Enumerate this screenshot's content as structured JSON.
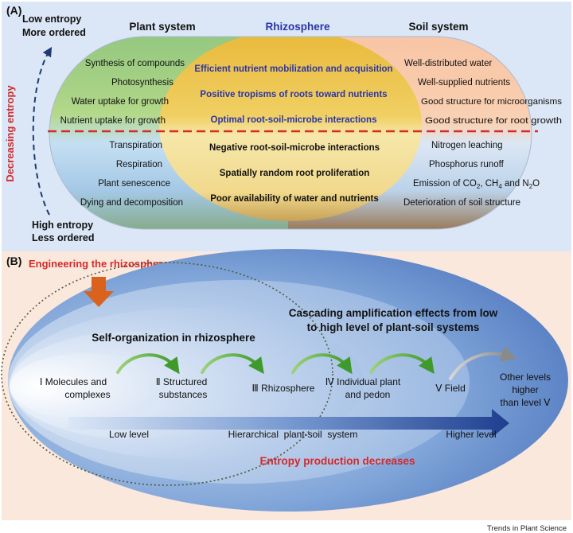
{
  "panel_a": {
    "label": "(A)",
    "top_left": [
      "Low entropy",
      "More ordered"
    ],
    "bottom_left": [
      "High entropy",
      "Less ordered"
    ],
    "vertical_label": "Decreasing entropy",
    "headers": {
      "plant": "Plant system",
      "rhizosphere": "Rhizosphere",
      "soil": "Soil system"
    },
    "plant_upper": [
      "Synthesis of compounds",
      "Photosynthesis",
      "Water uptake for growth",
      "Nutrient uptake for growth"
    ],
    "plant_lower": [
      "Transpiration",
      "Respiration",
      "Plant senescence",
      "Dying and decomposition"
    ],
    "rhizo_upper": [
      "Efficient nutrient mobilization and acquisition",
      "Positive tropisms of roots toward nutrients",
      "Optimal root-soil-microbe interactions"
    ],
    "rhizo_lower": [
      "Negative root-soil-microbe interactions",
      "Spatially random root proliferation",
      "Poor availability of water and nutrients"
    ],
    "soil_upper": [
      "Well-distributed water",
      "Well-supplied nutrients",
      "Good structure for microorganisms",
      "Good structure for root growth"
    ],
    "soil_lower": {
      "leaching": "Nitrogen leaching",
      "runoff": "Phosphorus runoff",
      "emission": {
        "prefix": "Emission of CO",
        "sub1": "2",
        "mid1": ", CH",
        "sub2": "4",
        "mid2": " and N",
        "sub3": "2",
        "suffix": "O"
      },
      "deterioration": "Deterioration of soil structure"
    }
  },
  "panel_b": {
    "label": "(B)",
    "engineering": "Engineering the rhizosphere",
    "self_org": "Self-organization in rhizosphere",
    "cascading": [
      "Cascading amplification effects from low",
      "to high level of plant-soil systems"
    ],
    "levels": {
      "l1": [
        "Ⅰ Molecules and",
        "complexes"
      ],
      "l2": [
        "Ⅱ Structured",
        "substances"
      ],
      "l3": "Ⅲ Rhizosphere",
      "l4": [
        "Ⅳ Individual plant",
        "and pedon"
      ],
      "l5": "Ⅴ Field",
      "l6": [
        "Other levels",
        "higher",
        "than level Ⅴ"
      ]
    },
    "axis": {
      "low": "Low level",
      "hierarchical": "Hierarchical  plant-soil  system",
      "high": "Higher level"
    },
    "entropy": "Entropy production decreases"
  },
  "credit": "Trends in Plant Science",
  "colors": {
    "panel_a_bg": "#dbe6f6",
    "panel_b_bg": "#fbe8dd",
    "plant_green": "#68b045",
    "rhizo_gold": "#e3b63b",
    "soil_orange": "#f2a674",
    "dash_red": "#d42a2a",
    "header_blue": "#2a35a8",
    "arrow_orange": "#d9631c",
    "text_red": "#d42a2a"
  }
}
